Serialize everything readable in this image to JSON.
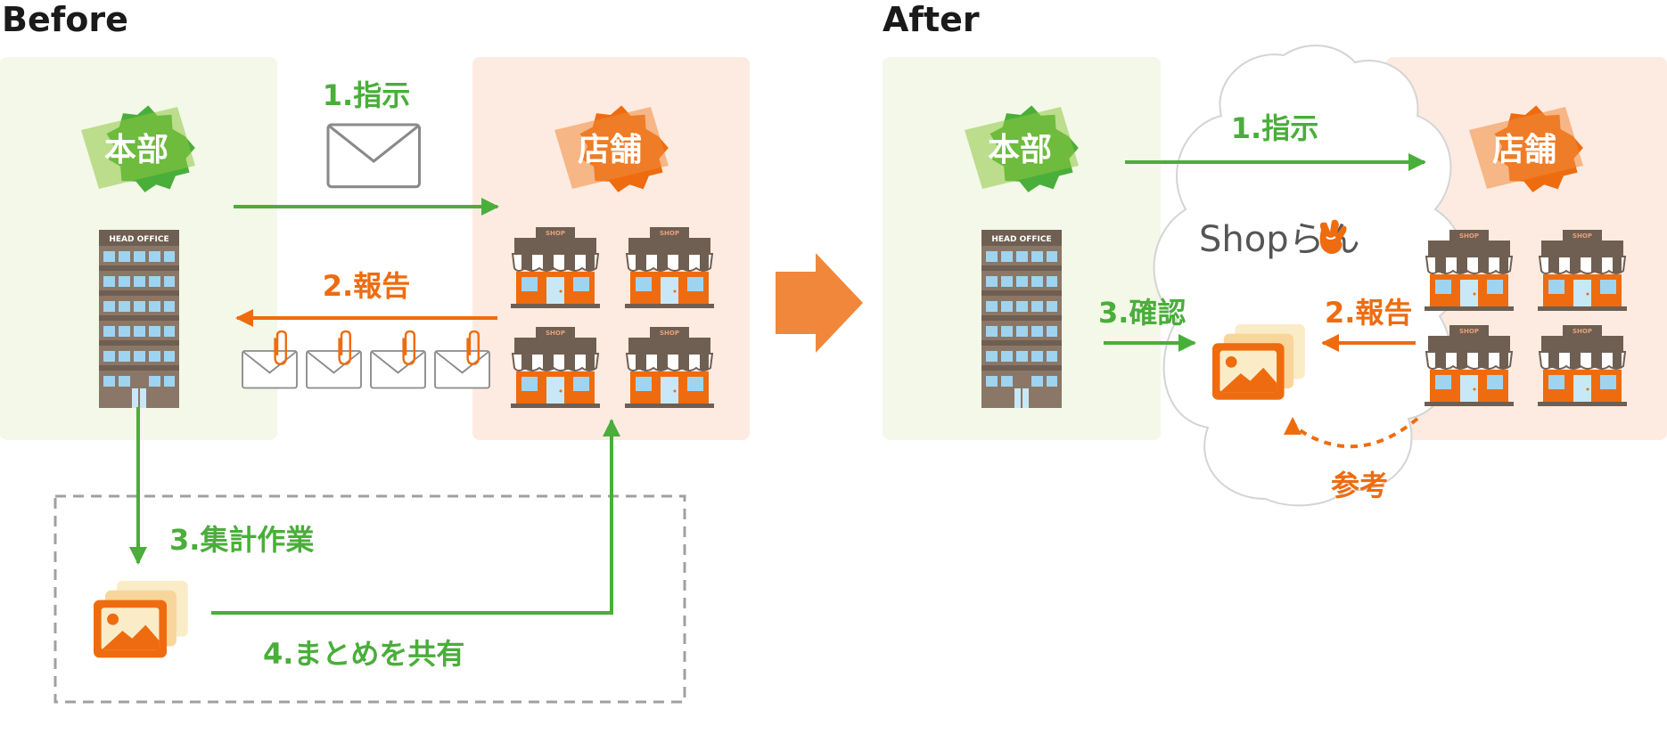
{
  "before": {
    "title": "Before",
    "hq_badge": "本部",
    "store_badge": "店舗",
    "hq_sign": "HEAD OFFICE",
    "shop_sign": "SHOP",
    "step1": "1.指示",
    "step2": "2.報告",
    "step3": "3.集計作業",
    "step4": "4.まとめを共有"
  },
  "after": {
    "title": "After",
    "hq_badge": "本部",
    "store_badge": "店舗",
    "hq_sign": "HEAD OFFICE",
    "shop_sign": "SHOP",
    "brand": "Shopらん",
    "step1": "1.指示",
    "step2": "2.報告",
    "step3": "3.確認",
    "reference": "参考"
  },
  "colors": {
    "green": "#4aae3a",
    "green_light": "#8cc63f",
    "orange": "#ee6c0f",
    "orange_light": "#f08a3c",
    "panel_green": "#f3f8e8",
    "panel_orange": "#fdebe1",
    "transition_arrow": "#f0873a",
    "dashed_box": "#a0a0a0"
  },
  "icons": [
    "starburst-badge",
    "office-building",
    "shop-storefront",
    "envelope",
    "paperclip-envelope",
    "image-stack",
    "cloud",
    "hand-logo"
  ]
}
